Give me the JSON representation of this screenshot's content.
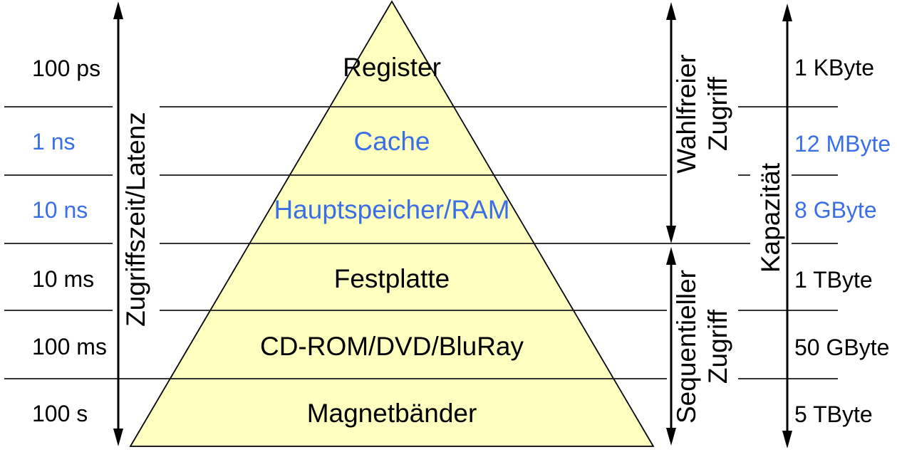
{
  "colors": {
    "accent_blue": "#3a6fe8",
    "pyramid_fill": "#ffffbf",
    "stroke": "#000000"
  },
  "axes": {
    "latency": {
      "label": "Zugriffszeit/Latenz"
    },
    "capacity": {
      "label": "Kapazität"
    },
    "random_access": {
      "line1": "Wahlfreier",
      "line2": "Zugriff"
    },
    "sequential_access": {
      "line1": "Sequentieller",
      "line2": "Zugriff"
    }
  },
  "levels": [
    {
      "name": "Register",
      "latency": "100 ps",
      "capacity": "1 KByte",
      "highlight": false
    },
    {
      "name": "Cache",
      "latency": "1 ns",
      "capacity": "12 MByte",
      "highlight": true
    },
    {
      "name": "Hauptspeicher/RAM",
      "latency": "10 ns",
      "capacity": "8 GByte",
      "highlight": true
    },
    {
      "name": "Festplatte",
      "latency": "10 ms",
      "capacity": "1 TByte",
      "highlight": false
    },
    {
      "name": "CD-ROM/DVD/BluRay",
      "latency": "100 ms",
      "capacity": "50 GByte",
      "highlight": false
    },
    {
      "name": "Magnetbänder",
      "latency": "100 s",
      "capacity": "5 TByte",
      "highlight": false
    }
  ]
}
